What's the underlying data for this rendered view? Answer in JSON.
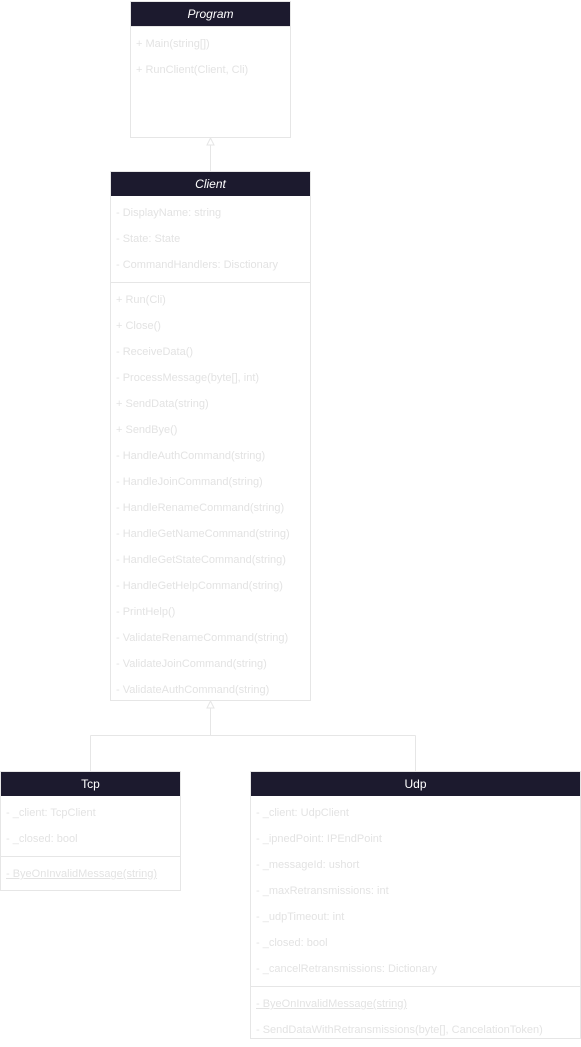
{
  "classes": {
    "program": {
      "name": "Program",
      "attributes": [],
      "methods": [
        {
          "text": "+ Main(string[])",
          "static": false
        },
        {
          "text": "+ RunClient(Client, Cli)",
          "static": false
        }
      ]
    },
    "client": {
      "name": "Client",
      "attributes": [
        {
          "text": "- DisplayName: string",
          "static": false
        },
        {
          "text": "- State: State",
          "static": false
        },
        {
          "text": "- CommandHandlers: Disctionary",
          "static": false
        }
      ],
      "methods": [
        {
          "text": "+ Run(Cli)",
          "static": false
        },
        {
          "text": "+ Close()",
          "static": false
        },
        {
          "text": "- ReceiveData()",
          "static": false
        },
        {
          "text": "- ProcessMessage(byte[], int)",
          "static": false
        },
        {
          "text": "+ SendData(string)",
          "static": false
        },
        {
          "text": "+ SendBye()",
          "static": false
        },
        {
          "text": "- HandleAuthCommand(string)",
          "static": false
        },
        {
          "text": "- HandleJoinCommand(string)",
          "static": false
        },
        {
          "text": "- HandleRenameCommand(string)",
          "static": false
        },
        {
          "text": "- HandleGetNameCommand(string)",
          "static": false
        },
        {
          "text": "- HandleGetStateCommand(string)",
          "static": false
        },
        {
          "text": "- HandleGetHelpCommand(string)",
          "static": false
        },
        {
          "text": "- PrintHelp()",
          "static": false
        },
        {
          "text": "- ValidateRenameCommand(string)",
          "static": false
        },
        {
          "text": "- ValidateJoinCommand(string)",
          "static": false
        },
        {
          "text": "- ValidateAuthCommand(string)",
          "static": false
        }
      ]
    },
    "tcp": {
      "name": "Tcp",
      "attributes": [
        {
          "text": "- _client: TcpClient",
          "static": false
        },
        {
          "text": "- _closed: bool",
          "static": false
        }
      ],
      "methods": [
        {
          "text": "- ByeOnInvalidMessage(string)",
          "static": true
        }
      ]
    },
    "udp": {
      "name": "Udp",
      "attributes": [
        {
          "text": "- _client: UdpClient",
          "static": false
        },
        {
          "text": "- _ipnedPoint: IPEndPoint",
          "static": false
        },
        {
          "text": "- _messageId: ushort",
          "static": false
        },
        {
          "text": "- _maxRetransmissions: int",
          "static": false
        },
        {
          "text": "- _udpTimeout: int",
          "static": false
        },
        {
          "text": "- _closed: bool",
          "static": false
        },
        {
          "text": "- _cancelRetransmissions: Dictionary",
          "static": false
        }
      ],
      "methods": [
        {
          "text": "- ByeOnInvalidMessage(string)",
          "static": true
        },
        {
          "text": "- SendDataWithRetransmissions(byte[], CancelationToken)",
          "static": false
        }
      ]
    }
  },
  "colors": {
    "header_bg": "#1c1a2e",
    "header_text": "#ffffff",
    "member_text": "#e3e3e3",
    "border": "#e6e6e6",
    "connector": "#e6e6e6"
  }
}
